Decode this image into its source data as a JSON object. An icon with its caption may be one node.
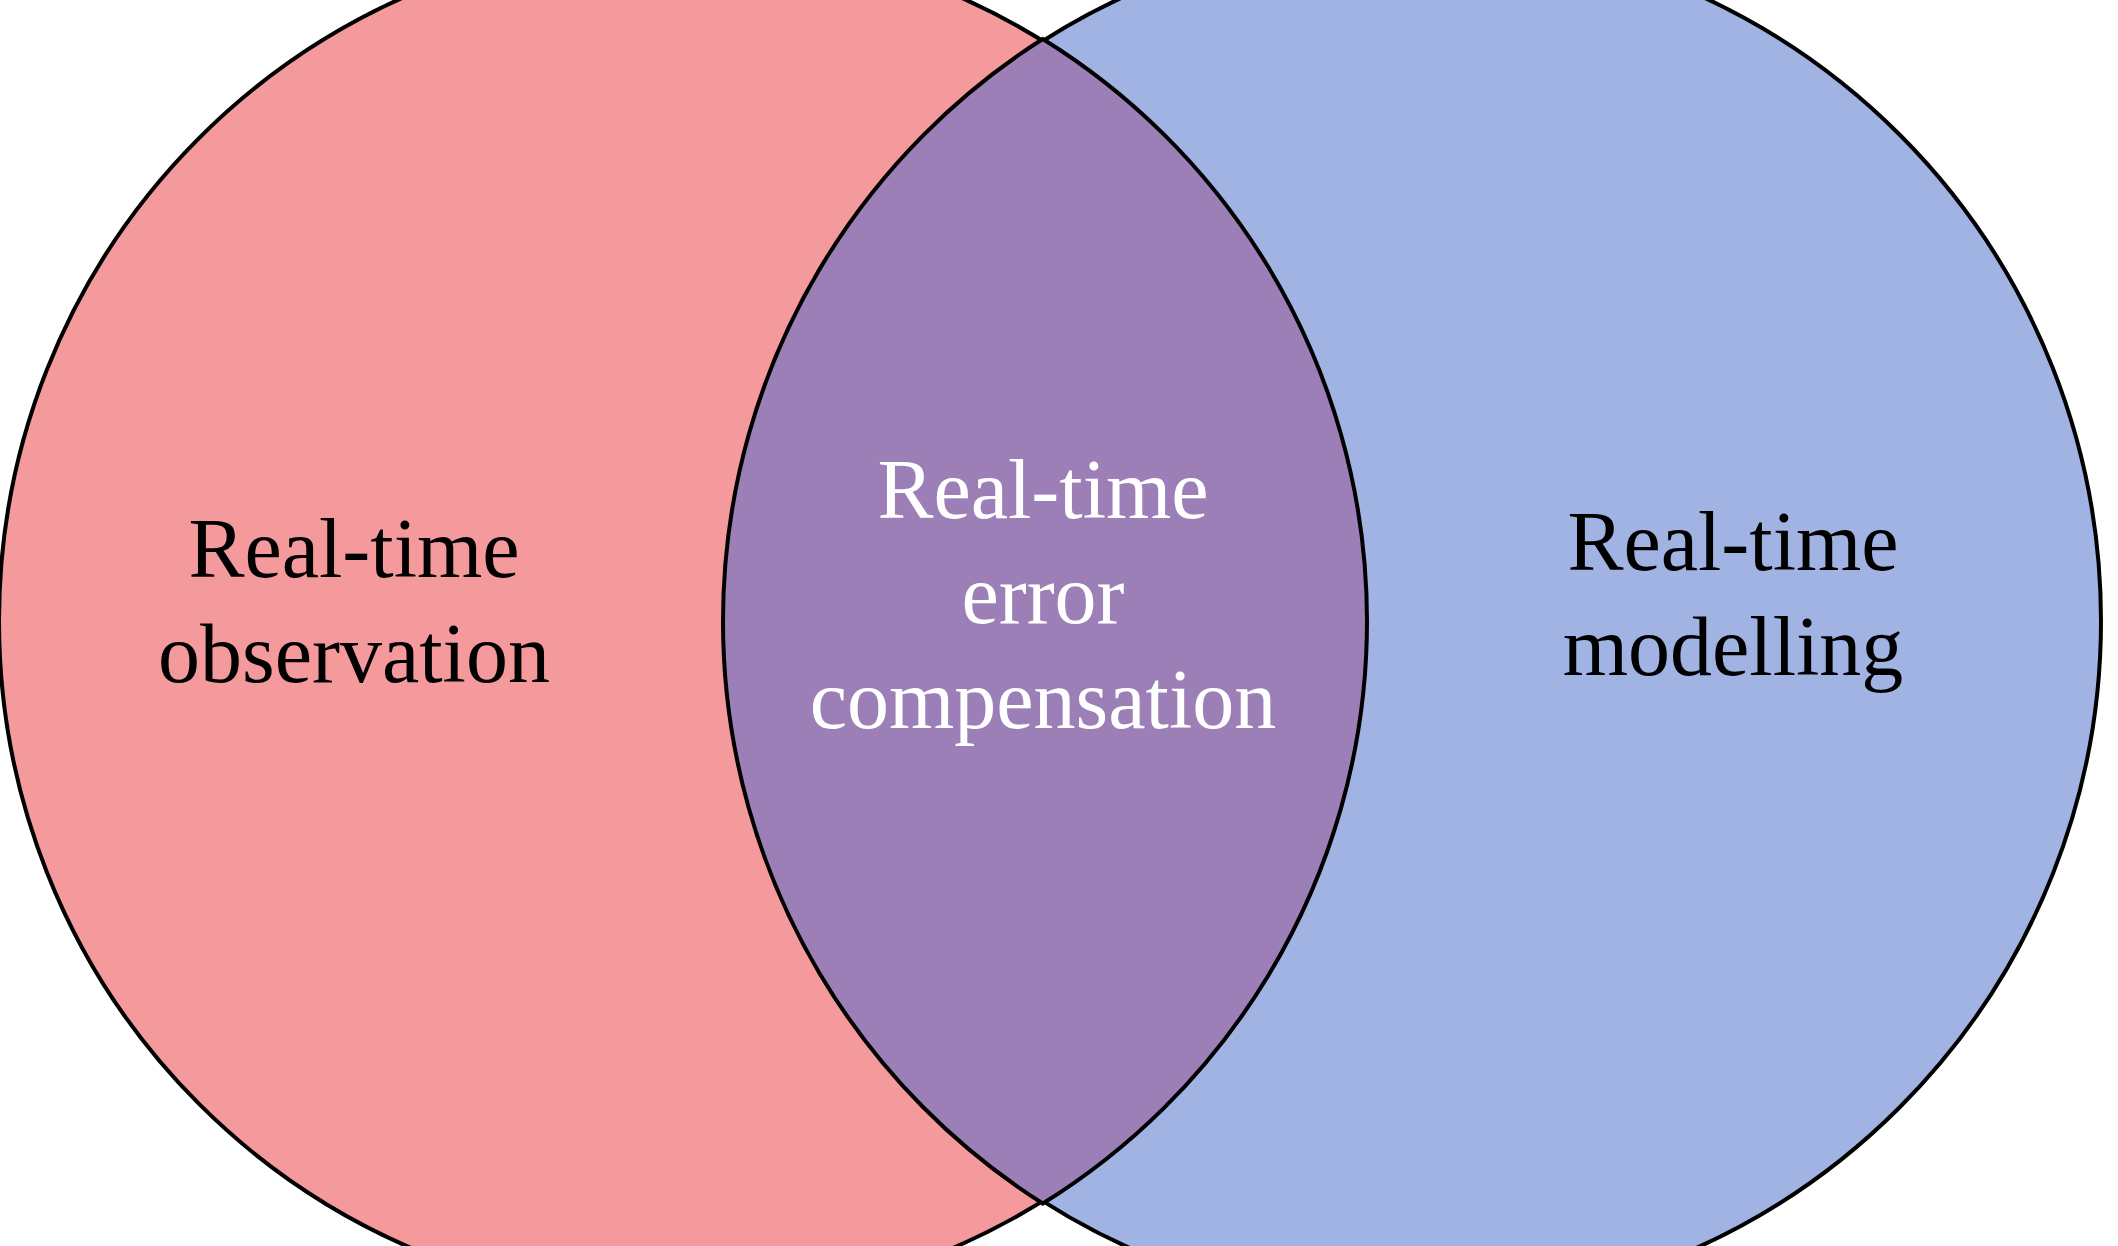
{
  "diagram": {
    "nodes": [
      {
        "text": [
          "Real-time observation"
        ]
      },
      {
        "text": [
          "Real-time modelling"
        ]
      },
      {
        "text": [
          "Real-time error compensation"
        ]
      }
    ]
  }
}
